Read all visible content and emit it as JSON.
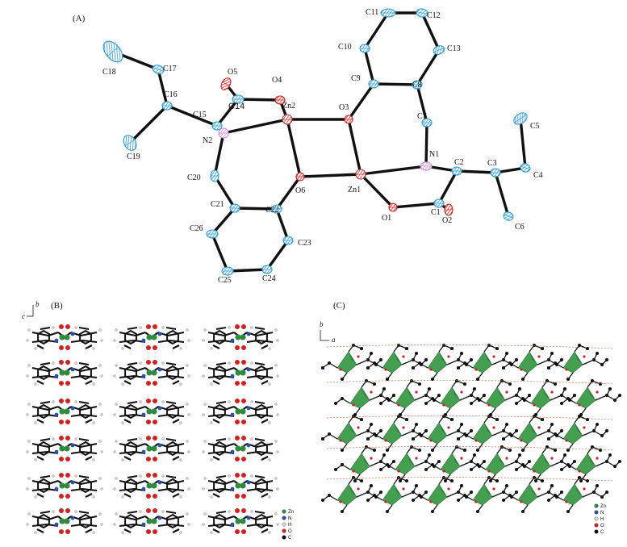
{
  "panels": {
    "a": {
      "label": "(A)",
      "atoms": [
        {
          "id": "C5",
          "el": "C"
        },
        {
          "id": "C4",
          "el": "C"
        },
        {
          "id": "C3",
          "el": "C"
        },
        {
          "id": "C6",
          "el": "C"
        },
        {
          "id": "C2",
          "el": "C"
        },
        {
          "id": "N1",
          "el": "N"
        },
        {
          "id": "C1",
          "el": "C"
        },
        {
          "id": "O2",
          "el": "O"
        },
        {
          "id": "O1",
          "el": "O"
        },
        {
          "id": "Zn1",
          "el": "Zn"
        },
        {
          "id": "C7",
          "el": "C"
        },
        {
          "id": "C8",
          "el": "C"
        },
        {
          "id": "C13",
          "el": "C"
        },
        {
          "id": "C12",
          "el": "C"
        },
        {
          "id": "C11",
          "el": "C"
        },
        {
          "id": "C10",
          "el": "C"
        },
        {
          "id": "C9",
          "el": "C"
        },
        {
          "id": "O3",
          "el": "O"
        },
        {
          "id": "Zn2",
          "el": "Zn"
        },
        {
          "id": "O6",
          "el": "O"
        },
        {
          "id": "O4",
          "el": "O"
        },
        {
          "id": "C14",
          "el": "C"
        },
        {
          "id": "O5",
          "el": "O"
        },
        {
          "id": "C15",
          "el": "C"
        },
        {
          "id": "N2",
          "el": "N"
        },
        {
          "id": "C16",
          "el": "C"
        },
        {
          "id": "C17",
          "el": "C"
        },
        {
          "id": "C18",
          "el": "C"
        },
        {
          "id": "C19",
          "el": "C"
        },
        {
          "id": "C20",
          "el": "C"
        },
        {
          "id": "C21",
          "el": "C"
        },
        {
          "id": "C22",
          "el": "C"
        },
        {
          "id": "C23",
          "el": "C"
        },
        {
          "id": "C24",
          "el": "C"
        },
        {
          "id": "C25",
          "el": "C"
        },
        {
          "id": "C26",
          "el": "C"
        }
      ],
      "bonds": [
        [
          "C5",
          "C4"
        ],
        [
          "C4",
          "C3"
        ],
        [
          "C3",
          "C6"
        ],
        [
          "C3",
          "C2"
        ],
        [
          "C2",
          "N1"
        ],
        [
          "C2",
          "C1"
        ],
        [
          "C1",
          "O2"
        ],
        [
          "C1",
          "O1"
        ],
        [
          "O1",
          "Zn1"
        ],
        [
          "N1",
          "Zn1"
        ],
        [
          "N1",
          "C7"
        ],
        [
          "C7",
          "C8"
        ],
        [
          "C8",
          "C13"
        ],
        [
          "C13",
          "C12"
        ],
        [
          "C12",
          "C11"
        ],
        [
          "C11",
          "C10"
        ],
        [
          "C10",
          "C9"
        ],
        [
          "C9",
          "C8"
        ],
        [
          "C9",
          "O3"
        ],
        [
          "O3",
          "Zn1"
        ],
        [
          "O3",
          "Zn2"
        ],
        [
          "Zn1",
          "O6"
        ],
        [
          "Zn2",
          "O6"
        ],
        [
          "Zn2",
          "O4"
        ],
        [
          "Zn2",
          "N2"
        ],
        [
          "O4",
          "C14"
        ],
        [
          "C14",
          "O5"
        ],
        [
          "C14",
          "C15"
        ],
        [
          "C15",
          "N2"
        ],
        [
          "C15",
          "C16"
        ],
        [
          "C16",
          "C17"
        ],
        [
          "C17",
          "C18"
        ],
        [
          "C16",
          "C19"
        ],
        [
          "N2",
          "C20"
        ],
        [
          "C20",
          "C21"
        ],
        [
          "C21",
          "C22"
        ],
        [
          "C22",
          "O6"
        ],
        [
          "C22",
          "C23"
        ],
        [
          "C23",
          "C24"
        ],
        [
          "C24",
          "C25"
        ],
        [
          "C25",
          "C26"
        ],
        [
          "C26",
          "C21"
        ]
      ]
    },
    "b": {
      "label": "(B)",
      "axis_vertical": "b",
      "axis_horizontal": "c",
      "legend": [
        {
          "label": "Zn",
          "color": "#2e8b3e"
        },
        {
          "label": "N",
          "color": "#2c4fb0"
        },
        {
          "label": "H",
          "color": "#cfcfcf"
        },
        {
          "label": "O",
          "color": "#d42020"
        },
        {
          "label": "C",
          "color": "#111111"
        }
      ]
    },
    "c": {
      "label": "(C)",
      "axis_vertical": "b",
      "axis_horizontal": "a",
      "legend": [
        {
          "label": "Zn",
          "color": "#2e8b3e"
        },
        {
          "label": "N",
          "color": "#2c4fb0"
        },
        {
          "label": "H",
          "color": "#cfcfcf"
        },
        {
          "label": "O",
          "color": "#d42020"
        },
        {
          "label": "C",
          "color": "#111111"
        }
      ]
    }
  },
  "colors": {
    "carbon": "#2a9ad8",
    "oxygen": "#d42020",
    "nitrogen": "#d08ad8",
    "zinc": "#c03030",
    "polyhedron": "#3a9a48"
  }
}
